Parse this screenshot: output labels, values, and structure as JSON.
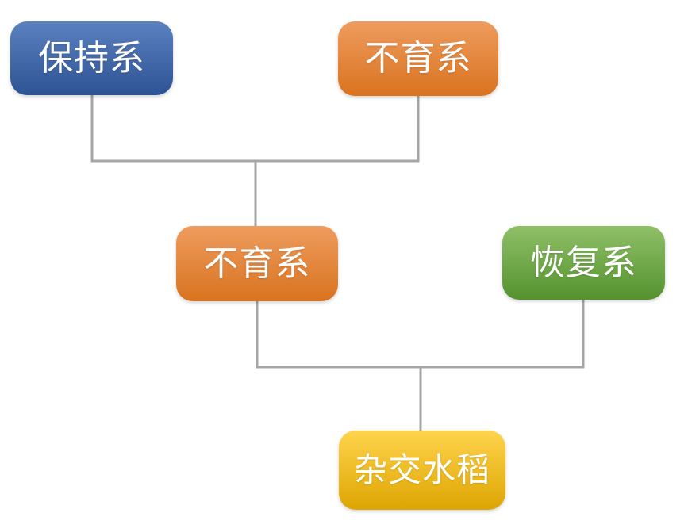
{
  "diagram": {
    "type": "flowchart",
    "background": "#FFFFFF",
    "connector_color": "#A6A6A6",
    "text_color": "#FFFFFF",
    "nodes": [
      {
        "id": "maintainer-line",
        "label": "保持系",
        "color_top": "#5B81C0",
        "color_bottom": "#2E5394"
      },
      {
        "id": "sterile-line-top",
        "label": "不育系",
        "color_top": "#EE9C5E",
        "color_bottom": "#D9731F"
      },
      {
        "id": "sterile-line-middle",
        "label": "不育系",
        "color_top": "#EE9C5E",
        "color_bottom": "#D9731F"
      },
      {
        "id": "restorer-line",
        "label": "恢复系",
        "color_top": "#8FC068",
        "color_bottom": "#55922E"
      },
      {
        "id": "hybrid-rice",
        "label": "杂交水稻",
        "color_top": "#FFD44C",
        "color_bottom": "#DDA502"
      }
    ],
    "edges": [
      {
        "from": [
          "maintainer-line",
          "sterile-line-top"
        ],
        "to": "sterile-line-middle"
      },
      {
        "from": [
          "sterile-line-middle",
          "restorer-line"
        ],
        "to": "hybrid-rice"
      }
    ]
  }
}
